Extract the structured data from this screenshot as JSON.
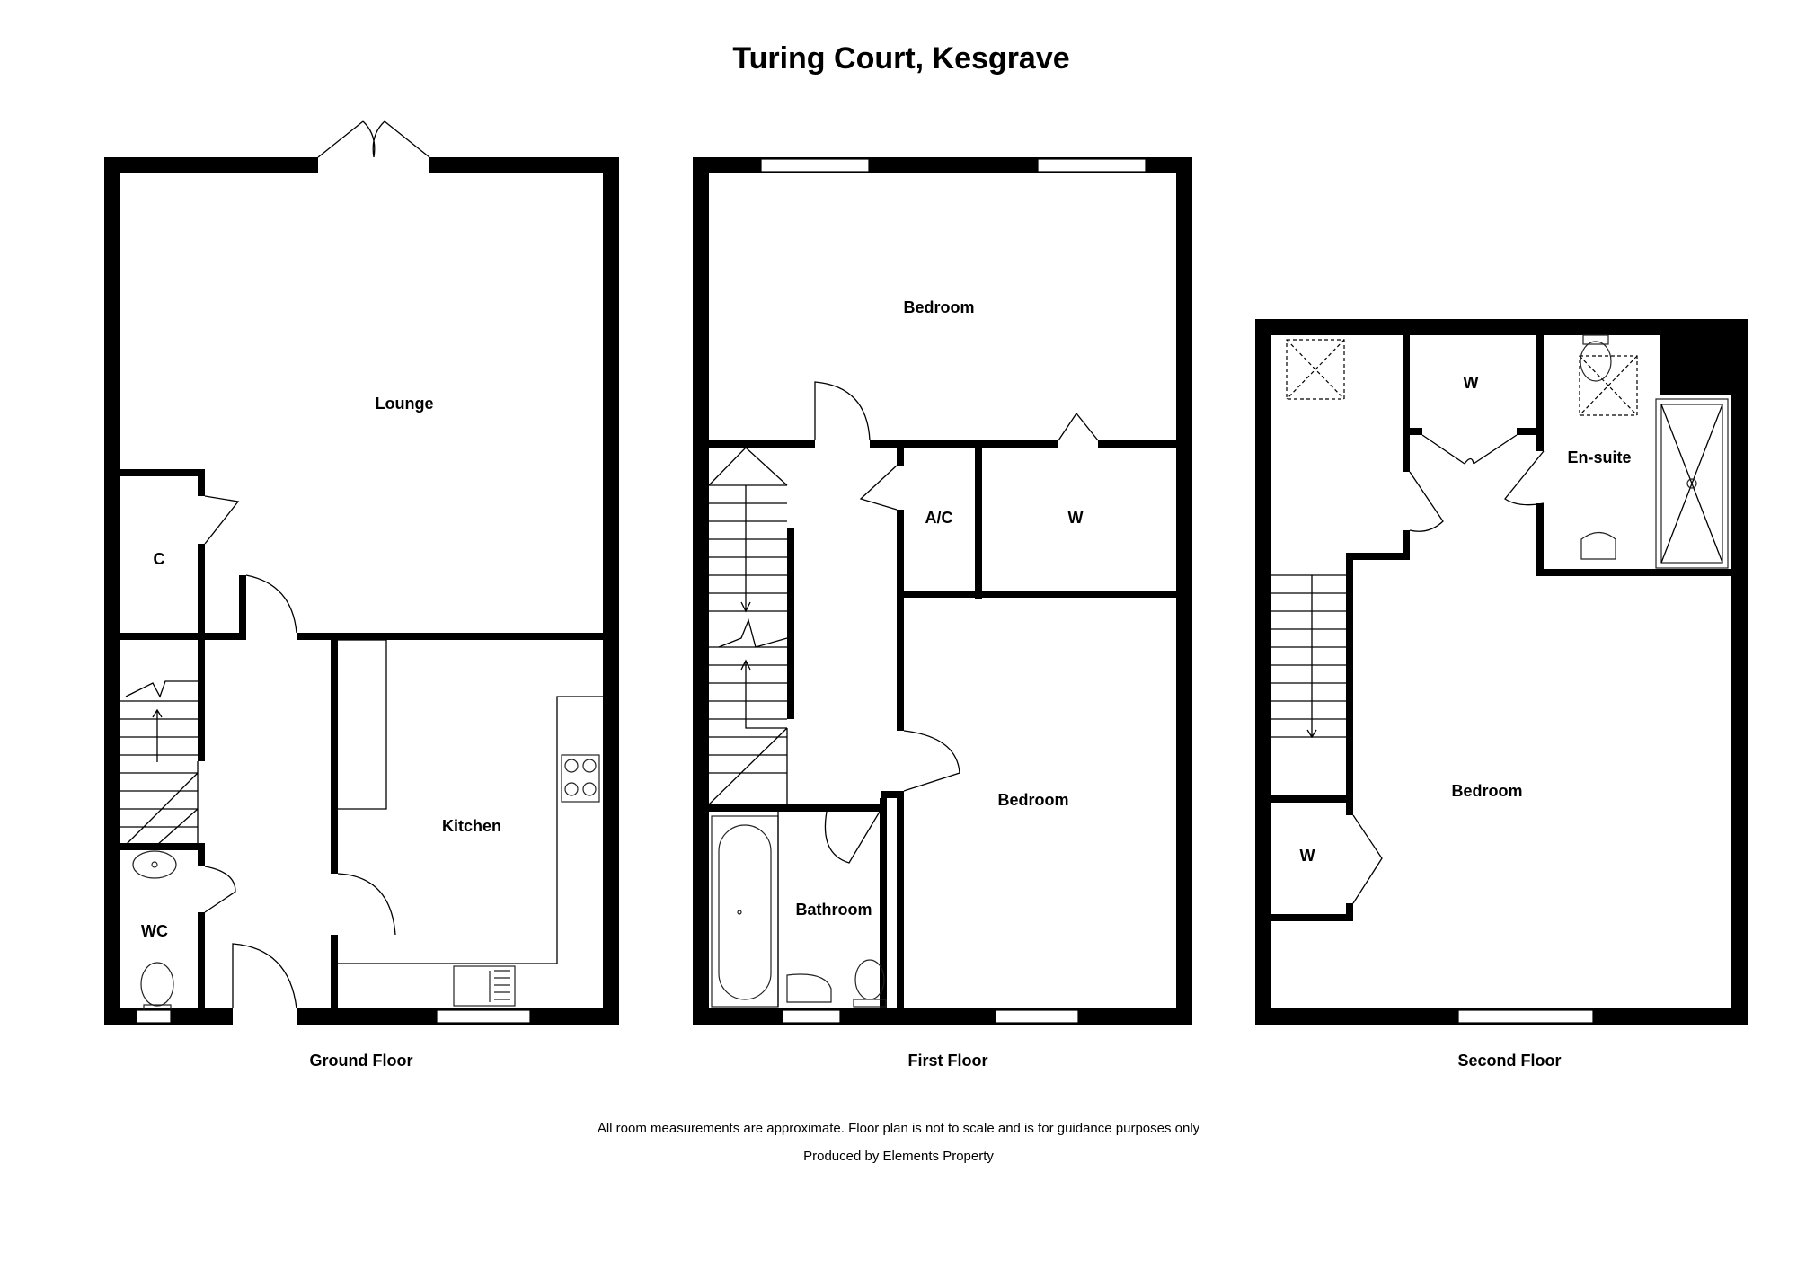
{
  "title": "Turing Court, Kesgrave",
  "floors": [
    {
      "label": "Ground Floor",
      "rooms": [
        "Lounge",
        "C",
        "Kitchen",
        "WC"
      ]
    },
    {
      "label": "First Floor",
      "rooms": [
        "Bedroom",
        "A/C",
        "W",
        "Bedroom",
        "Bathroom"
      ]
    },
    {
      "label": "Second Floor",
      "rooms": [
        "W",
        "En-suite",
        "Bedroom",
        "W"
      ]
    }
  ],
  "disclaimer": "All room measurements are approximate. Floor plan is not to scale and is for guidance purposes only",
  "credit": "Produced by Elements Property"
}
